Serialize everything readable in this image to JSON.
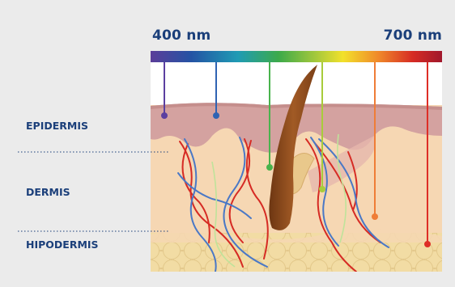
{
  "wavelength": {
    "min_label": "400 nm",
    "max_label": "700 nm"
  },
  "layers": {
    "epidermis": "EPIDERMIS",
    "dermis": "DERMIS",
    "hypodermis": "HIPODERMIS"
  },
  "colors": {
    "background": "#ebebeb",
    "label_text": "#1b3f7a",
    "epidermis": "#d4a2a0",
    "dermis": "#f6d7b3",
    "fat_cells": "#ecd7a0",
    "hair": "#8a4c1f",
    "artery": "#d62b24",
    "vein": "#4a78c6"
  },
  "spectrum": [
    "#5b3d99",
    "#2453a4",
    "#1f9bb4",
    "#3daa4a",
    "#a7c93b",
    "#f2e12b",
    "#f08a2a",
    "#d62b24",
    "#a0182c"
  ],
  "light_rays": [
    {
      "color": "#5b3fa0",
      "depth": "epidermis"
    },
    {
      "color": "#2f63b3",
      "depth": "epidermis"
    },
    {
      "color": "#49b34c",
      "depth": "dermis"
    },
    {
      "color": "#a8cc3b",
      "depth": "dermis"
    },
    {
      "color": "#ef7d37",
      "depth": "dermis"
    },
    {
      "color": "#de2e27",
      "depth": "hypodermis"
    }
  ]
}
